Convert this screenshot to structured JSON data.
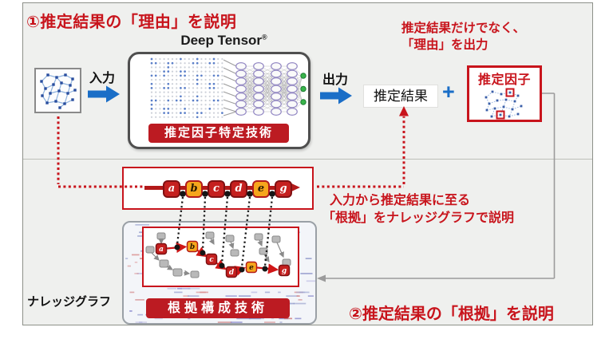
{
  "colors": {
    "red": "#c8141c",
    "badge": "#bc1b22",
    "blue": "#1a6ec7",
    "node-red": "#c5201f",
    "node-yellow": "#f6a61c",
    "green": "#39b54a",
    "panel": "#eff0ee"
  },
  "section_reason": {
    "title": "①推定結果の「理由」を説明",
    "note_line1": "推定結果だけでなく、",
    "note_line2": "「理由」を出力",
    "input_label": "入力",
    "output_label": "出力",
    "deep_tensor": {
      "name": "Deep Tensor",
      "reg": "®",
      "badge": "推定因子特定技術"
    },
    "result_label": "推定結果",
    "plus": "+",
    "factor_label": "推定因子"
  },
  "section_evidence": {
    "title": "②推定結果の「根拠」を説明",
    "note_line1": "入力から推定結果に至る",
    "note_line2": "「根拠」をナレッジグラフで説明",
    "graph_label": "ナレッジグラフ",
    "badge": "根拠構成技術"
  },
  "chain": {
    "nodes": [
      {
        "label": "a",
        "color": "red"
      },
      {
        "label": "b",
        "color": "yellow"
      },
      {
        "label": "c",
        "color": "red"
      },
      {
        "label": "d",
        "color": "red"
      },
      {
        "label": "e",
        "color": "yellow"
      },
      {
        "label": "g",
        "color": "red"
      }
    ]
  }
}
